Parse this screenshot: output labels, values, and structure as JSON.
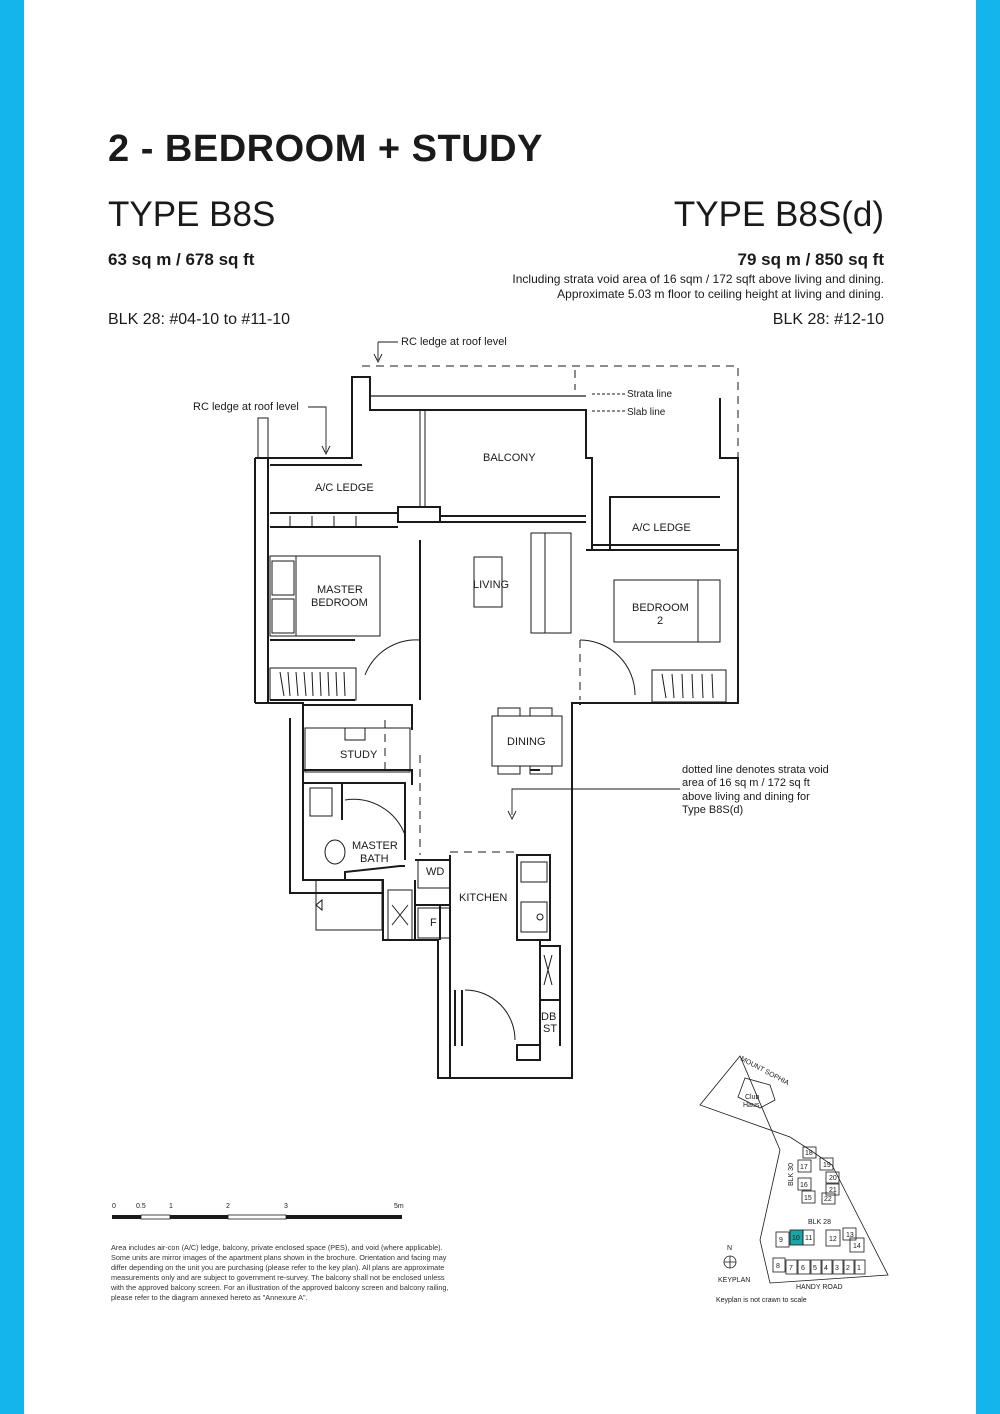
{
  "colors": {
    "accent_bar": "#14b4ec",
    "highlight_block": "#1aa6a6",
    "line": "#1a1a1a"
  },
  "header": {
    "title": "2 - BEDROOM + STUDY",
    "type_left": "TYPE B8S",
    "type_right": "TYPE B8S(d)",
    "area_left": "63 sq m / 678 sq ft",
    "area_right": "79 sq m / 850 sq ft",
    "note_line1": "Including strata void area of 16 sqm / 172 sqft above living and dining.",
    "note_line2": "Approximate 5.03 m floor to ceiling height at living and dining.",
    "blk_left": "BLK 28: #04-10 to #11-10",
    "blk_right": "BLK 28: #12-10"
  },
  "plan": {
    "rc_ledge_top": "RC ledge at roof level",
    "rc_ledge_left": "RC ledge at roof level",
    "strata_line": "Strata line",
    "slab_line": "Slab line",
    "balcony": "BALCONY",
    "ac_ledge_left": "A/C LEDGE",
    "ac_ledge_right": "A/C LEDGE",
    "living": "LIVING",
    "master_bedroom_l1": "MASTER",
    "master_bedroom_l2": "BEDROOM",
    "bedroom2_l1": "BEDROOM",
    "bedroom2_l2": "2",
    "dining": "DINING",
    "study": "STUDY",
    "master_bath_l1": "MASTER",
    "master_bath_l2": "BATH",
    "wd": "WD",
    "fridge": "F",
    "kitchen": "KITCHEN",
    "db": "DB",
    "st": "ST",
    "void_note": [
      "dotted line denotes strata void",
      "area of 16 sq m / 172 sq ft",
      "above living and dining for",
      "Type B8S(d)"
    ]
  },
  "scale_bar": {
    "ticks": [
      "0",
      "0.5",
      "1",
      "2",
      "3",
      "5m"
    ]
  },
  "disclaimer": [
    "Area includes air-con (A/C) ledge, balcony, private enclosed space (PES), and void (where applicable).",
    "Some units are mirror images of the apartment plans shown in the brochure. Orientation and facing may",
    "differ depending on the unit you are purchasing (please refer to the key plan). All plans are approximate",
    "measurements only and are subject to government re-survey. The balcony shall not be enclosed unless",
    "with the approved balcony screen. For an illustration of the approved balcony screen and balcony railing,",
    "please refer to the diagram annexed hereto as \"Annexure A\"."
  ],
  "keyplan": {
    "road_top": "MOUNT SOPHIA",
    "club_l1": "Club",
    "club_l2": "Haus",
    "blk30": "BLK 30",
    "blk28": "BLK 28",
    "road_bottom": "HANDY ROAD",
    "keyplan_label": "KEYPLAN",
    "not_to_scale": "Keyplan is not crawn to scale",
    "north": "N",
    "units": [
      "18",
      "17",
      "19",
      "20",
      "16",
      "21",
      "15",
      "22",
      "9",
      "10",
      "11",
      "12",
      "13",
      "14",
      "8",
      "7",
      "6",
      "5",
      "4",
      "3",
      "2",
      "1"
    ],
    "highlighted_unit": "10"
  }
}
